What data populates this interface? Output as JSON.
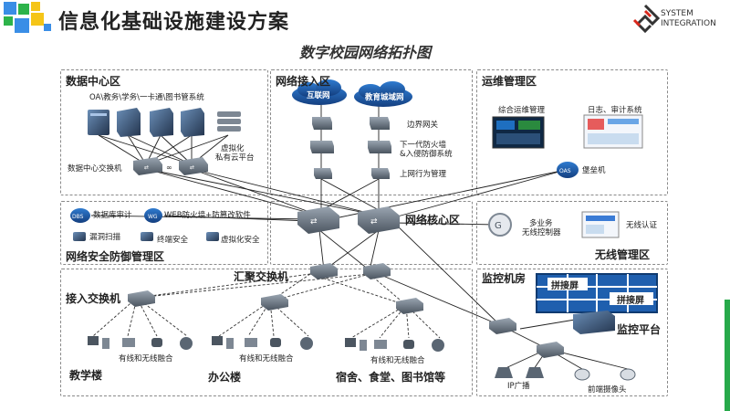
{
  "header": {
    "title": "信息化基础设施建设方案",
    "logo_line1": "SYSTEM",
    "logo_line2": "INTEGRATION"
  },
  "diagram_title": "数字校园网络拓扑图",
  "zones": {
    "datacenter": {
      "label": "数据中心区",
      "systems": "OA\\教务\\学务\\一卡通\\图书管系统",
      "switch": "数据中心交换机",
      "virtual_line1": "虚拟化",
      "virtual_line2": "私有云平台"
    },
    "access_net": {
      "label": "网络接入区",
      "internet": "互联网",
      "edu_net": "教育城域网",
      "border_gw": "边界网关",
      "firewall_line1": "下一代防火墙",
      "firewall_line2": "&入侵防御系统",
      "behavior": "上网行为管理"
    },
    "ops": {
      "label": "运维管理区",
      "integrated": "综合运维管理",
      "log_audit": "日志、审计系统",
      "bastion_icon": "OAS",
      "bastion": "堡垒机"
    },
    "security": {
      "label": "网络安全防御管理区",
      "db_icon": "DBS",
      "db_audit": "数据库审计",
      "waf_icon": "WG",
      "waf": "WEB防火墙+防篡改软件",
      "vuln_scan": "漏洞扫描",
      "terminal": "终端安全",
      "virt_sec": "虚拟化安全"
    },
    "core": {
      "label": "网络核心区"
    },
    "wireless": {
      "label": "无线管理区",
      "controller_line1": "多业务",
      "controller_line2": "无线控制器",
      "auth": "无线认证"
    },
    "aggregation": {
      "label": "汇聚交换机",
      "access_switch": "接入交换机",
      "fusion": "有线和无线融合",
      "teaching": "教学楼",
      "office": "办公楼",
      "dorm": "宿舍、食堂、图书馆等"
    },
    "monitor": {
      "label": "监控机房",
      "video_wall": "拼接屏",
      "video_wall2": "拼接屏",
      "platform": "监控平台",
      "broadcast": "IP广播",
      "camera": "前端摄像头"
    }
  },
  "colors": {
    "accent_blue": "#3a7bd5",
    "deco_green": "#2db34a",
    "deco_yellow": "#f5c518",
    "deco_blue": "#3a8ee6",
    "cloud_blue": "#1f5fae",
    "logo_red": "#d9281c"
  }
}
